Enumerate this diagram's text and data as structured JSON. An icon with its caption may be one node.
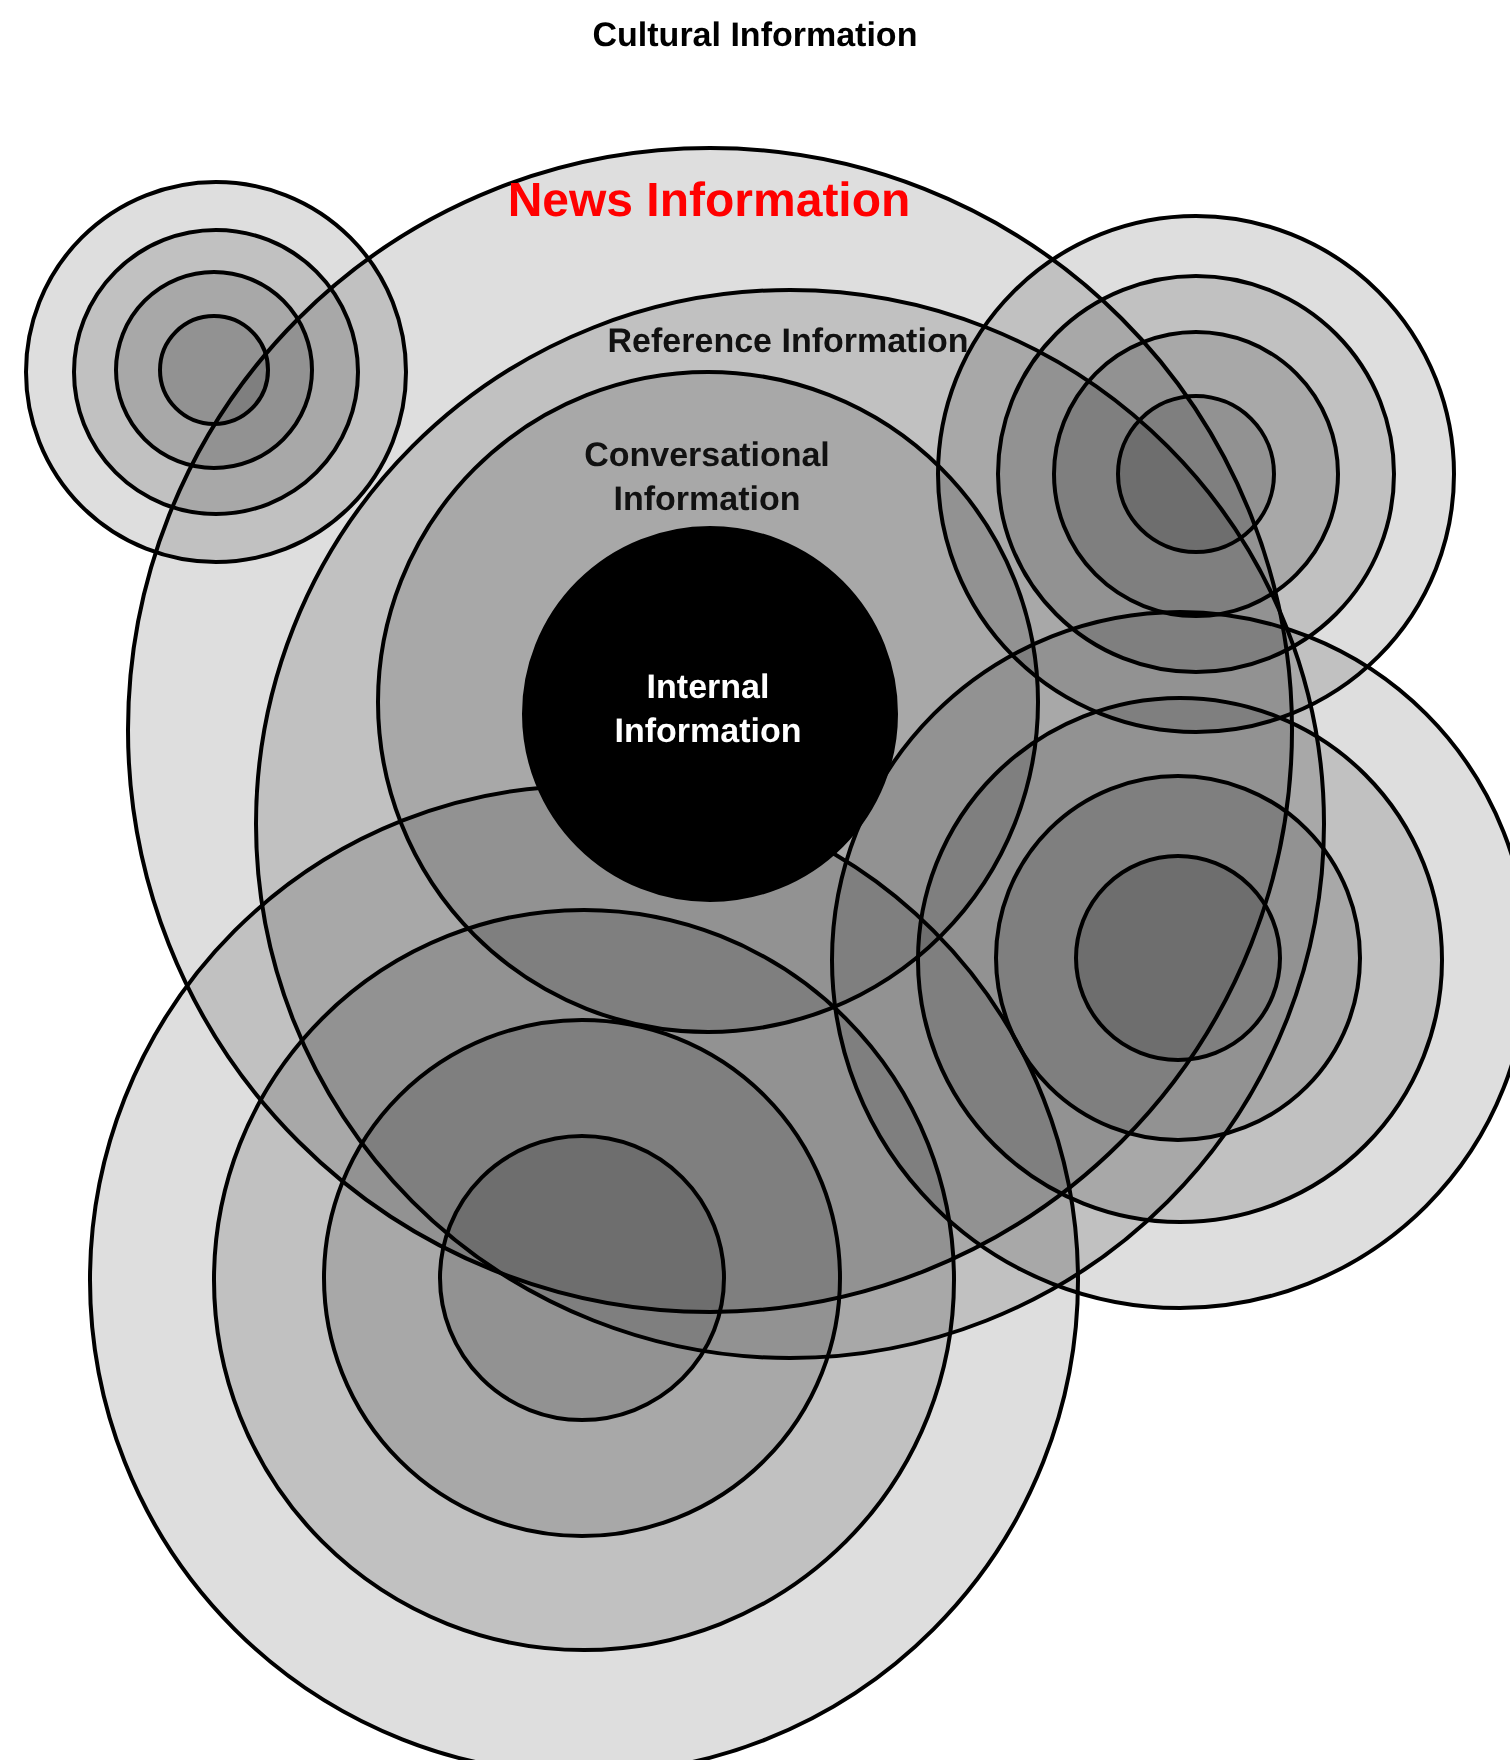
{
  "diagram": {
    "title": "Cultural Information",
    "nodes": [
      {
        "text": [
          "News Information"
        ]
      },
      {
        "text": [
          "Reference Information"
        ],
        "in": 0
      },
      {
        "text": [
          "Conversational Information"
        ],
        "in": 1
      },
      {
        "text": [
          "Internal Information"
        ],
        "in": 2
      },
      {
        "text": [],
        "shape": "circle"
      },
      {
        "text": [],
        "shape": "circle",
        "in": 4
      },
      {
        "text": [],
        "shape": "circle",
        "in": 5
      },
      {
        "text": [],
        "shape": "circle",
        "in": 6
      },
      {
        "text": [],
        "shape": "circle"
      },
      {
        "text": [],
        "shape": "circle",
        "in": 8
      },
      {
        "text": [],
        "shape": "circle"
      },
      {
        "text": [],
        "shape": "circle",
        "in": 10
      },
      {
        "text": [],
        "shape": "circle"
      },
      {
        "text": [],
        "shape": "circle",
        "in": 12
      },
      {
        "text": [],
        "shape": "circle",
        "in": 13
      },
      {
        "text": [],
        "shape": "circle",
        "in": 14
      },
      {
        "text": [],
        "shape": "circle"
      },
      {
        "text": [],
        "shape": "circle",
        "in": 16
      },
      {
        "text": [],
        "shape": "circle",
        "in": 17
      },
      {
        "text": [],
        "shape": "circle",
        "in": 18
      }
    ],
    "edges": []
  }
}
